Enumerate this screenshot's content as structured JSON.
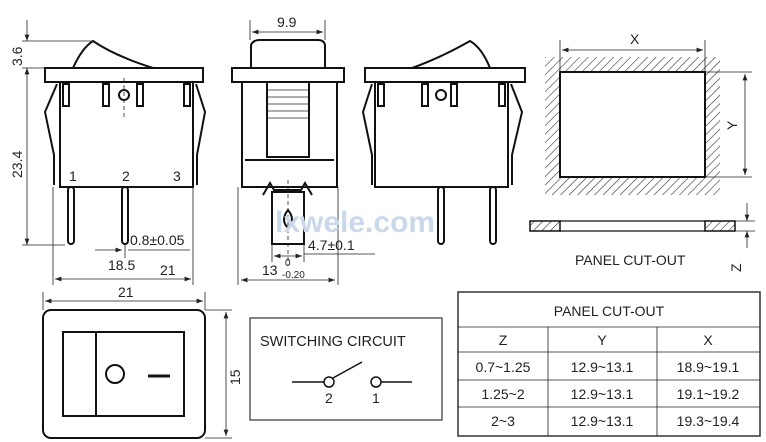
{
  "dimensions": {
    "rocker_height": "3.6",
    "body_height": "23.4",
    "pin_width": "0.8±0.05",
    "pin_spacing": "18.5",
    "overall_width": "21",
    "cap_width": "9.9",
    "terminal_width": "4.7±0.1",
    "body_depth": "13",
    "body_depth_tol_upper": "0",
    "body_depth_tol_lower": "-0.20",
    "front_width": "21",
    "front_height": "15",
    "cutout_x": "X",
    "cutout_y": "Y",
    "cutout_z": "Z"
  },
  "pin_labels": [
    "1",
    "2",
    "3"
  ],
  "watermark": "lxwele.com",
  "panel_cutout_label": "PANEL CUT-OUT",
  "switching_circuit": {
    "title": "SWITCHING CIRCUIT",
    "terminals": [
      "2",
      "1"
    ]
  },
  "table": {
    "title": "PANEL CUT-OUT",
    "headers": [
      "Z",
      "Y",
      "X"
    ],
    "rows": [
      [
        "0.7~1.25",
        "12.9~13.1",
        "18.9~19.1"
      ],
      [
        "1.25~2",
        "12.9~13.1",
        "19.1~19.2"
      ],
      [
        "2~3",
        "12.9~13.1",
        "19.3~19.4"
      ]
    ]
  }
}
